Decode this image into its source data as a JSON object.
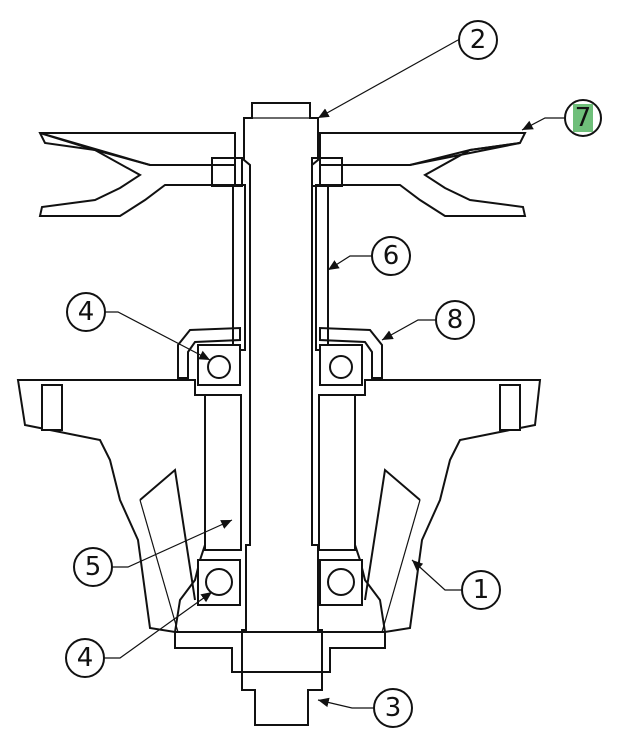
{
  "callouts": [
    {
      "id": "c1",
      "label": "1"
    },
    {
      "id": "c2",
      "label": "2"
    },
    {
      "id": "c3",
      "label": "3"
    },
    {
      "id": "c4a",
      "label": "4"
    },
    {
      "id": "c4b",
      "label": "4"
    },
    {
      "id": "c5",
      "label": "5"
    },
    {
      "id": "c6",
      "label": "6"
    },
    {
      "id": "c7",
      "label": "7",
      "highlight": "#6fbf7a"
    },
    {
      "id": "c8",
      "label": "8"
    }
  ],
  "colors": {
    "line": "#111111",
    "background": "#ffffff",
    "highlight": "#6fbf7a"
  }
}
